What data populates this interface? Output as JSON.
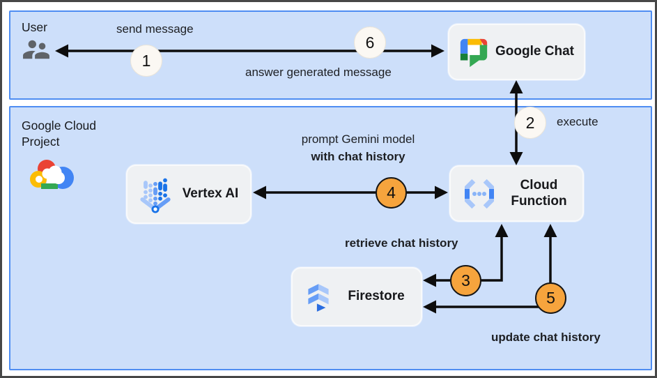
{
  "zones": {
    "user": "User",
    "gcp": "Google Cloud Project"
  },
  "nodes": {
    "google_chat": "Google Chat",
    "vertex_ai": "Vertex AI",
    "cloud_function": "Cloud Function",
    "firestore": "Firestore"
  },
  "flow_labels": {
    "send": "send message",
    "answer": "answer generated message",
    "execute": "execute",
    "prompt_line1": "prompt Gemini model",
    "prompt_line2": "with chat history",
    "retrieve": "retrieve chat history",
    "update": "update chat history"
  },
  "steps": {
    "s1": "1",
    "s2": "2",
    "s3": "3",
    "s4": "4",
    "s5": "5",
    "s6": "6"
  },
  "icons": {
    "users": "users-icon",
    "google_cloud": "google-cloud-icon",
    "google_chat": "google-chat-icon",
    "vertex_ai": "vertex-ai-icon",
    "cloud_function": "cloud-function-icon",
    "firestore": "firestore-icon"
  },
  "colors": {
    "zone_fill": "#cddffa",
    "zone_border": "#4e8df2",
    "node_fill": "#eff1f3",
    "step_neutral_fill": "#fbf8f3",
    "step_highlight_fill": "#f6a43d",
    "arrow": "#0d0d0d",
    "text": "#1d1f23"
  }
}
